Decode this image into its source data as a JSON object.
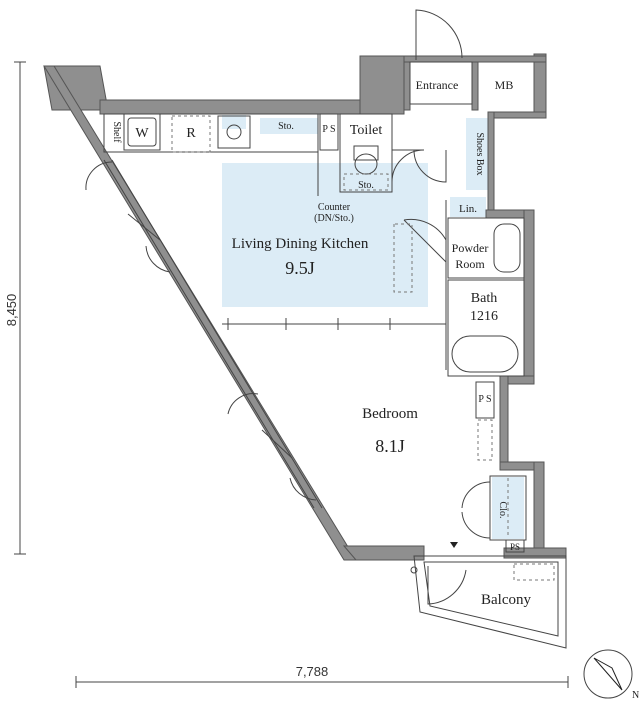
{
  "plan": {
    "rooms": {
      "entrance": "Entrance",
      "mb": "MB",
      "shelf": "Shelf",
      "washer": "W",
      "fridge": "R",
      "sto_kitchen": "Sto.",
      "ps_top": "P S",
      "toilet": "Toilet",
      "sto_toilet": "Sto.",
      "shoes_box": "Shoes Box",
      "counter": "Counter",
      "counter_note": "(DN/Sto.)",
      "ldk": "Living Dining Kitchen",
      "ldk_size": "9.5J",
      "linen": "Lin.",
      "powder_1": "Powder",
      "powder_2": "Room",
      "bath": "Bath",
      "bath_size": "1216",
      "ps_mid": "P S",
      "bedroom": "Bedroom",
      "bedroom_size": "8.1J",
      "closet": "Clo.",
      "ps_bottom": "PS",
      "balcony": "Balcony"
    },
    "dimensions": {
      "height": "8,450",
      "width": "7,788"
    },
    "compass": "N",
    "colors": {
      "wall": "#8f8f8f",
      "accent": "#dcecf6"
    }
  }
}
